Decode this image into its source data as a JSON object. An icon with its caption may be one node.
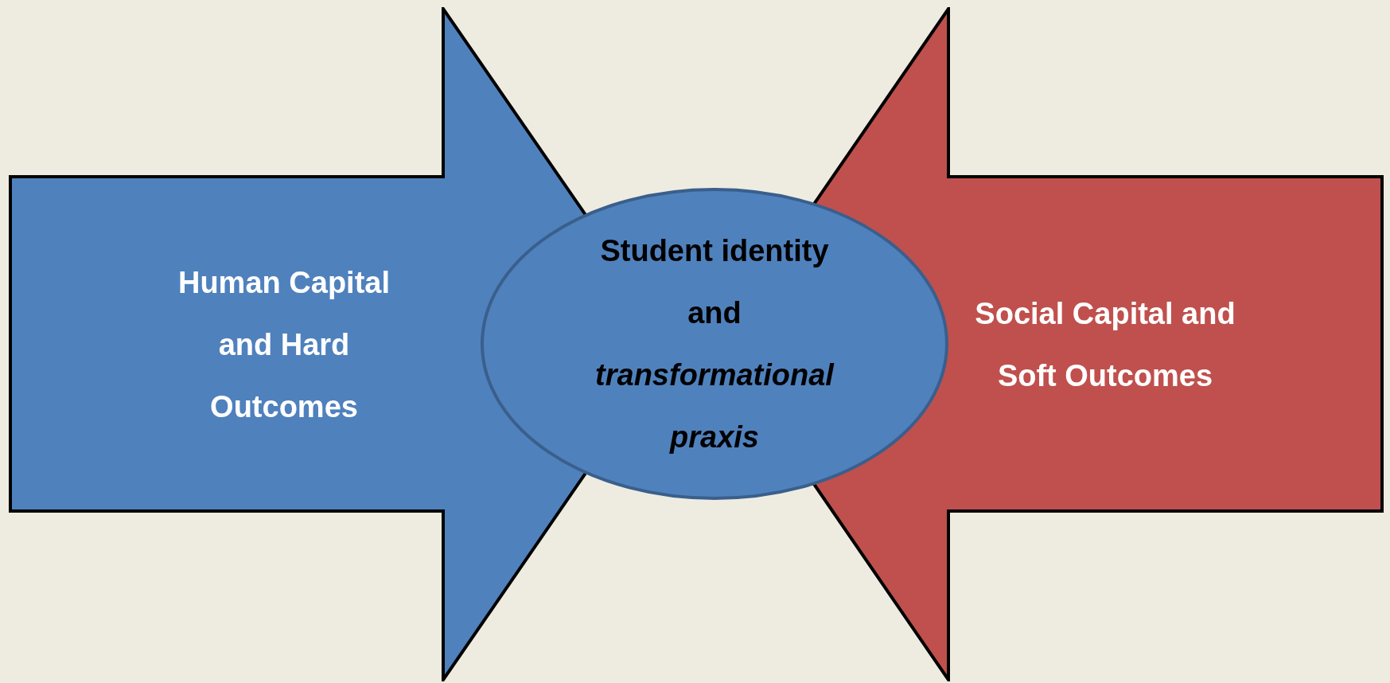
{
  "diagram": {
    "nodes": [
      {
        "text": [
          "Human Capital and Hard Outcomes"
        ]
      },
      {
        "text": [
          "Student identity and *transformational praxis*"
        ]
      },
      {
        "text": [
          "Social Capital and Soft Outcomes"
        ]
      }
    ]
  }
}
